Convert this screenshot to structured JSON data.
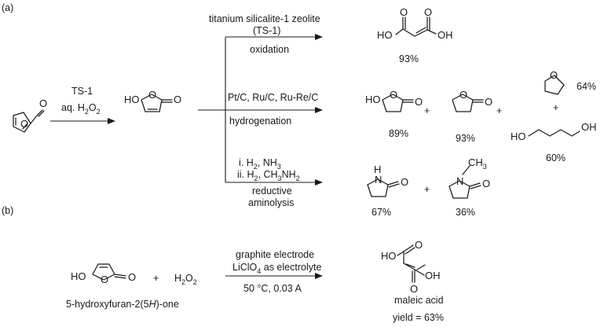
{
  "panels": {
    "a": "(a)",
    "b": "(b)"
  },
  "a": {
    "step1": {
      "reagent1": "TS-1",
      "reagent2_main": "aq. H",
      "reagent2_sub": "2",
      "reagent2_o": "O",
      "reagent2_sub2": "2"
    },
    "branch1": {
      "cond1": "titanium silicalite-1 zeolite",
      "cond2": "(TS-1)",
      "type": "oxidation",
      "yield": "93%"
    },
    "branch2": {
      "cond": "Pt/C, Ru/C, Ru-Re/C",
      "type": "hydrogenation",
      "yield_hydroxy": "89%",
      "yield_gbl": "93%",
      "yield_thf": "64%",
      "yield_bdo": "60%"
    },
    "branch3": {
      "cond1_a": "i. H",
      "cond1_b": ", NH",
      "cond2_a": "ii. H",
      "cond2_b": ", CH",
      "cond2_c": "NH",
      "type1": "reductive",
      "type2": "aminolysis",
      "yield_pyr": "67%",
      "yield_nmp": "36%"
    },
    "plus": "+"
  },
  "b": {
    "reagent": "H",
    "reagent_o": "O",
    "cond1": "graphite electrode",
    "cond2_a": "LiClO",
    "cond2_b": " as electrolyte",
    "cond3": "50 °C, 0.03 A",
    "sm_name_a": "5-hydroxyfuran-2(5",
    "sm_name_h": "H",
    "sm_name_b": ")-one",
    "product_name": "maleic acid",
    "yield": "yield = 63%"
  },
  "atoms": {
    "O": "O",
    "HO": "HO",
    "OH": "OH",
    "H": "H",
    "N": "N",
    "CH3": "CH",
    "sub2": "2",
    "sub3": "3",
    "sub4": "4"
  }
}
